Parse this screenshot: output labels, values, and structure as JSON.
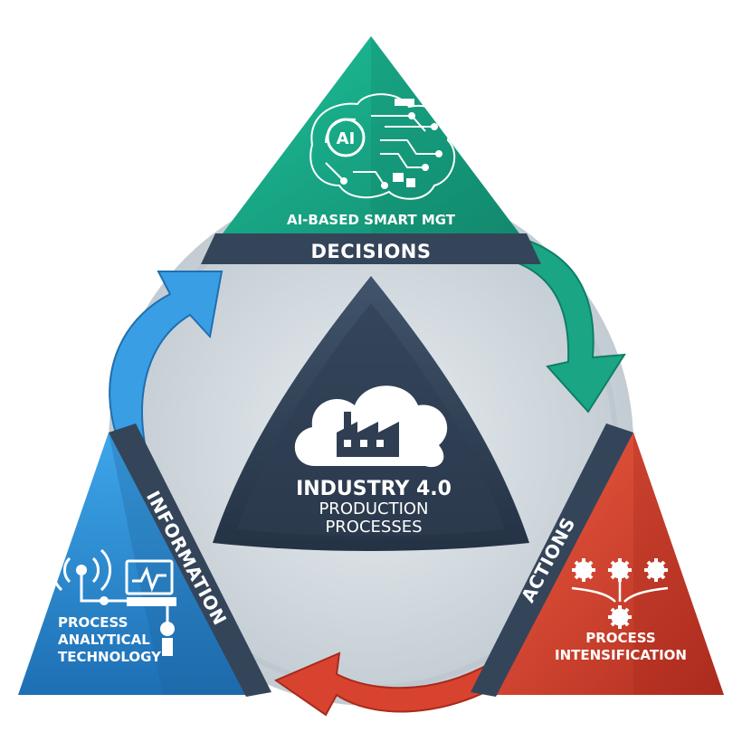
{
  "top": {
    "icon_label": "AI",
    "caption": "AI-BASED SMART MGT",
    "band": "DECISIONS",
    "color": "#1fa98a"
  },
  "left": {
    "caption_lines": [
      "PROCESS",
      "ANALYTICAL",
      "TECHNOLOGY"
    ],
    "band": "INFORMATION",
    "color": "#2f8fd6"
  },
  "right": {
    "caption_lines": [
      "PROCESS",
      "INTENSIFICATION"
    ],
    "band": "ACTIONS",
    "color": "#dc4632"
  },
  "center": {
    "title": "INDUSTRY 4.0",
    "line1": "PRODUCTION",
    "line2": "PROCESSES",
    "color": "#2f3e52"
  },
  "band_color": "#34455a",
  "circle_color": "#d7dee3"
}
